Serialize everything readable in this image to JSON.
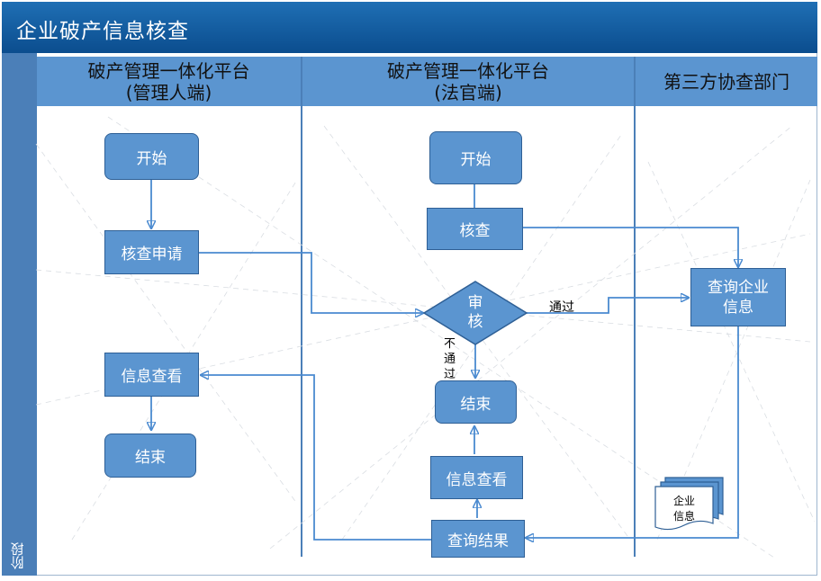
{
  "header": {
    "title": "企业破产信息核查"
  },
  "rail": {
    "label": "阶段"
  },
  "lanes": [
    {
      "line1": "破产管理一体化平台",
      "line2": "(管理人端)"
    },
    {
      "line1": "破产管理一体化平台",
      "line2": "(法官端)"
    },
    {
      "line1": "第三方协查部门",
      "line2": ""
    }
  ],
  "nodes": {
    "admin_start": "开始",
    "admin_apply": "核查申请",
    "admin_view": "信息查看",
    "admin_end": "结束",
    "judge_start": "开始",
    "judge_check": "核查",
    "judge_review_1": "审",
    "judge_review_2": "核",
    "judge_end": "结束",
    "judge_view": "信息查看",
    "judge_result": "查询结果",
    "third_query_1": "查询企业",
    "third_query_2": "信息"
  },
  "edge_labels": {
    "pass": "通过",
    "fail_1": "不",
    "fail_2": "通",
    "fail_3": "过"
  },
  "document": {
    "line1": "企业",
    "line2": "信息"
  },
  "colors": {
    "title_bar": "#0b4d8e",
    "lane_header": "#5b95d0",
    "node_fill": "#5b95d0",
    "line": "#4a8ad0",
    "rail": "#4b7fb8"
  }
}
